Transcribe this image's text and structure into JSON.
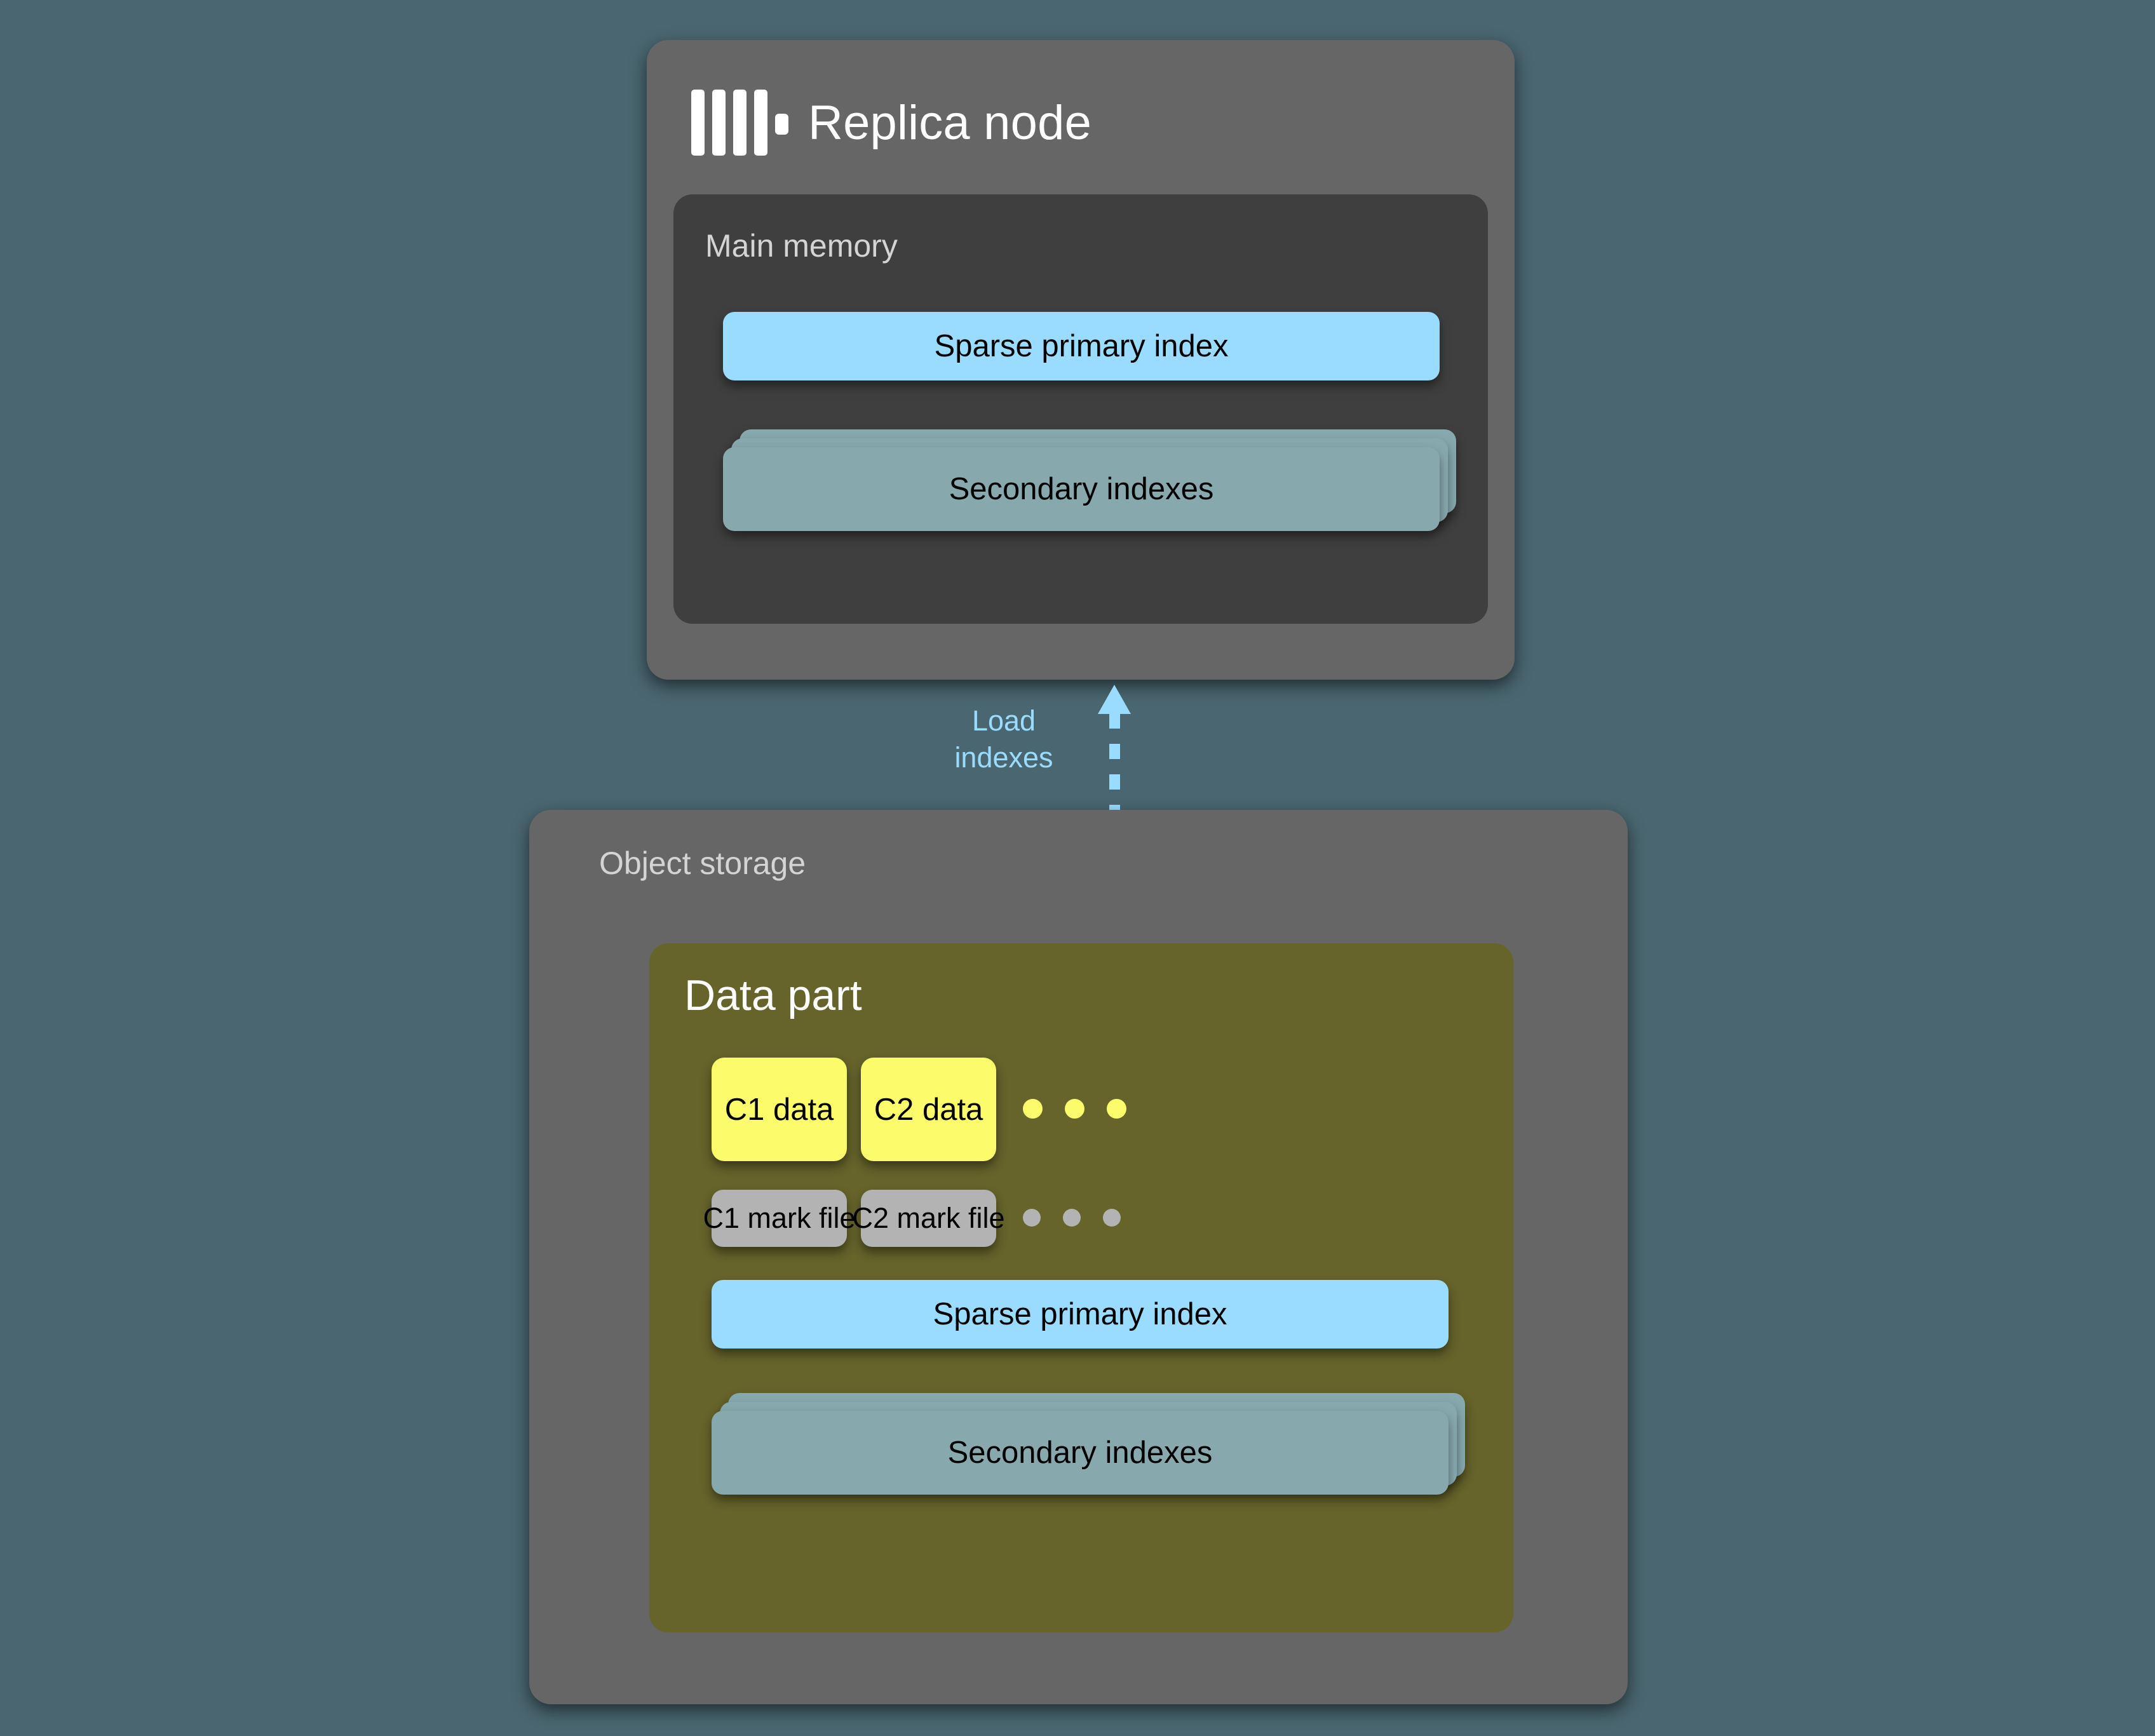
{
  "background_color": "#4a6670",
  "replica_node": {
    "title": "Replica node",
    "logo_icon": "clickhouse-logo-icon",
    "card_color": "#666666",
    "main_memory": {
      "label": "Main memory",
      "panel_color": "#3f3f3f",
      "primary_index": {
        "label": "Sparse primary index",
        "color": "#9adcff"
      },
      "secondary_indexes": {
        "label": "Secondary indexes",
        "color": "#87a9ae",
        "stack_count": 3
      }
    }
  },
  "connector": {
    "label_line1": "Load",
    "label_line2": "indexes",
    "color": "#9adcff",
    "style": "dashed-arrow-up"
  },
  "object_storage": {
    "label": "Object storage",
    "card_color": "#666666",
    "data_part": {
      "title": "Data part",
      "box_color": "#66642b",
      "column_data": [
        {
          "label": "C1 data",
          "color": "#fbfb6b"
        },
        {
          "label": "C2 data",
          "color": "#fbfb6b"
        }
      ],
      "column_data_ellipsis": "• • •",
      "mark_files": [
        {
          "label": "C1 mark file",
          "color": "#b3b3b3"
        },
        {
          "label": "C2 mark file",
          "color": "#b3b3b3"
        }
      ],
      "mark_files_ellipsis": "• • •",
      "primary_index": {
        "label": "Sparse primary index",
        "color": "#9adcff"
      },
      "secondary_indexes": {
        "label": "Secondary indexes",
        "color": "#87a9ae",
        "stack_count": 3
      }
    }
  }
}
